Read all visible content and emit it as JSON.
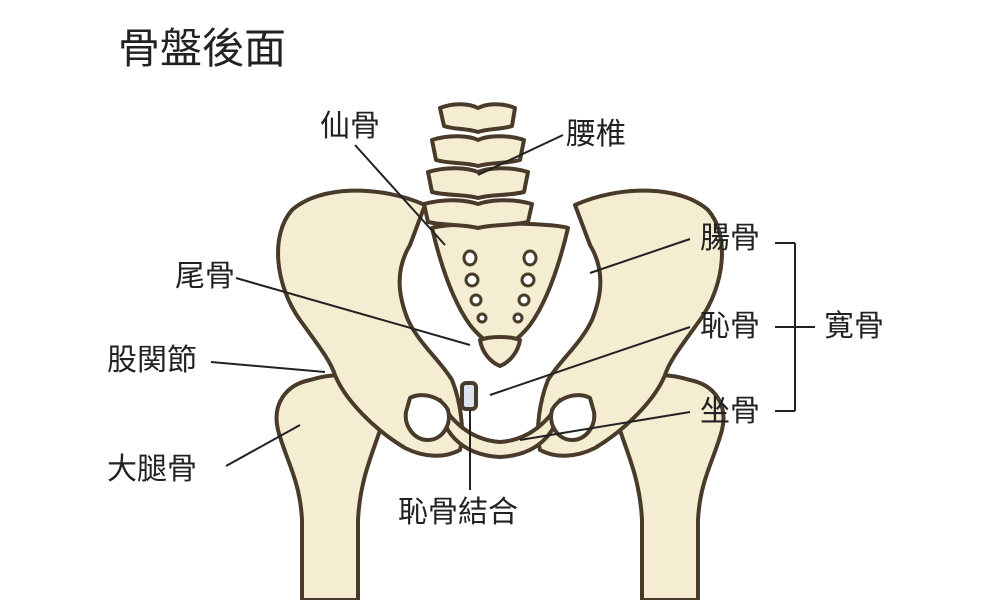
{
  "title": "骨盤後面",
  "labels": {
    "sacrum": "仙骨",
    "lumbar": "腰椎",
    "coccyx": "尾骨",
    "hip_joint": "股関節",
    "femur": "大腿骨",
    "ilium": "腸骨",
    "pubis": "恥骨",
    "ischium": "坐骨",
    "hip_bone": "寛骨",
    "pubic_symphysis": "恥骨結合"
  },
  "colors": {
    "bone": "#f5edd2",
    "outline": "#4a3a2a",
    "cartilage": "#dde3ee",
    "text": "#222222"
  }
}
